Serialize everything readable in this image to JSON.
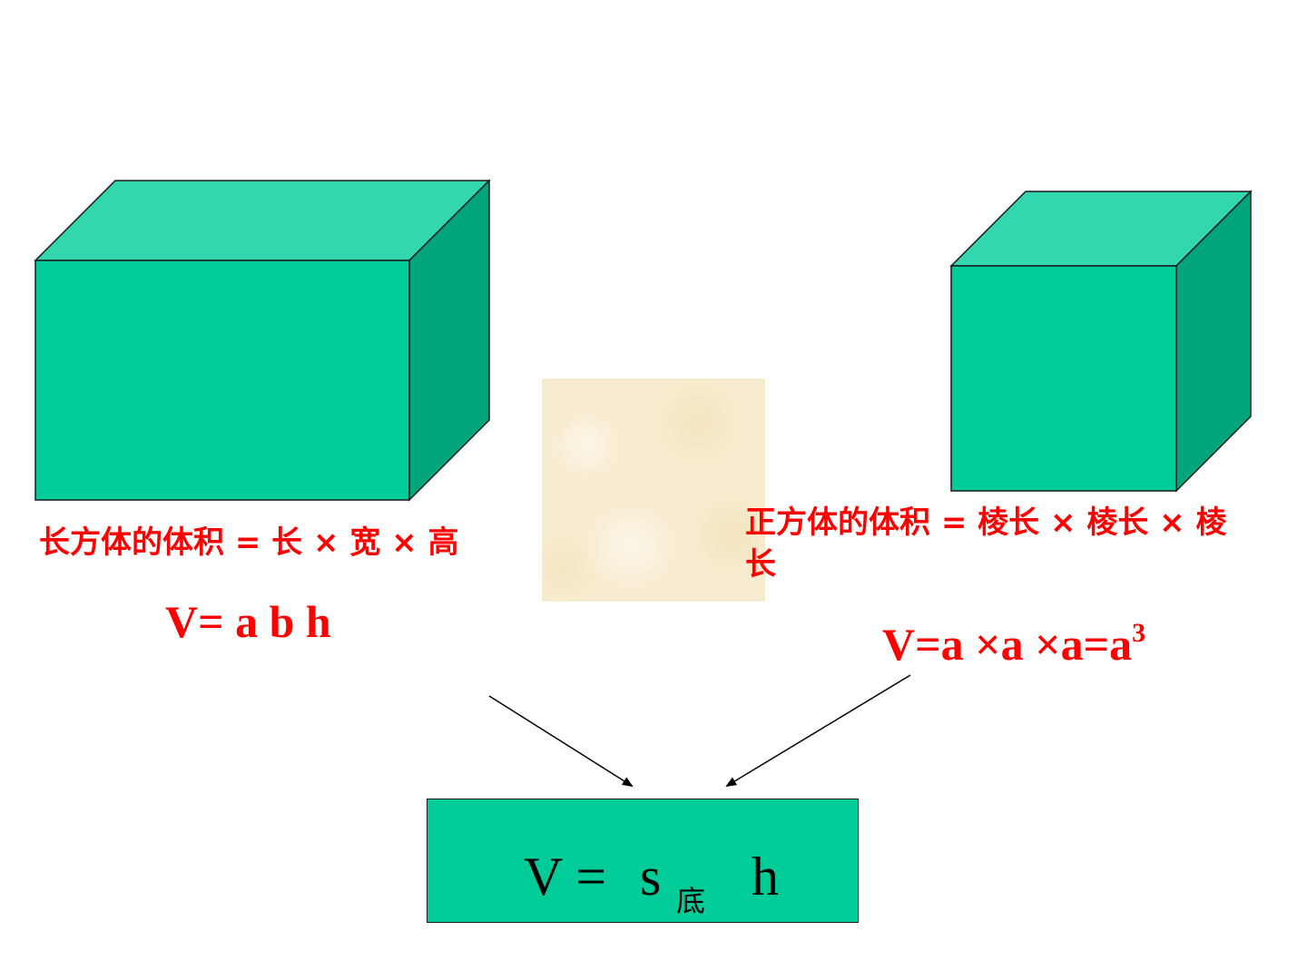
{
  "colors": {
    "front_face": "#00cc99",
    "top_face": "#33d6ad",
    "side_face": "#00a57c",
    "text_accent": "#ff0000",
    "texture": "#f8ecd0",
    "arrow": "#000000"
  },
  "cuboid": {
    "caption": "长方体的体积 = 长 × 宽 × 高",
    "formula": "V= a b h"
  },
  "cube": {
    "caption_line1": "正方体的体积 = 棱长 × 棱长 × 棱",
    "caption_line2": "长",
    "formula_base": "V=a ×a ×a=a",
    "formula_exponent": "3"
  },
  "result": {
    "lhs": "V =",
    "s": "s",
    "subscript": "底",
    "h": "h"
  }
}
